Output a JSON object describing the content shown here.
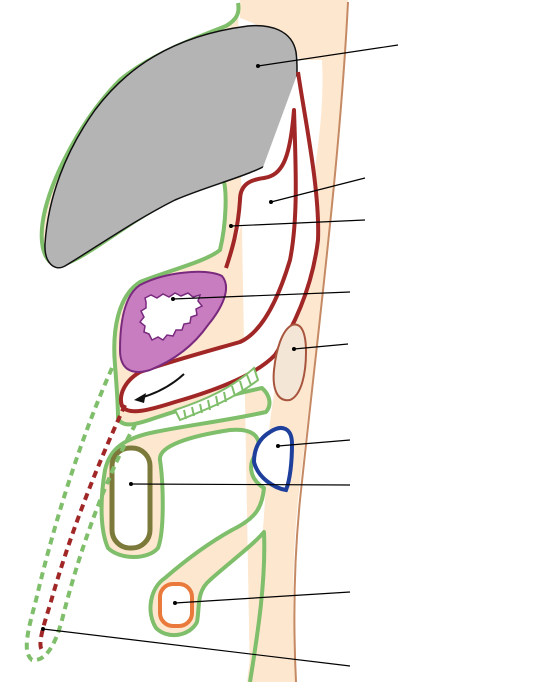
{
  "diagram": {
    "description_text": "",
    "colors": {
      "background": "#ffffff",
      "wall_fill": "#fde7cf",
      "wall_edge": "#c58a64",
      "outline_green": "#7fbe6a",
      "duct_red": "#a12727",
      "liver_gray": "#b4b4b4",
      "stomach_purple": "#c77dc0",
      "stomach_border": "#7a2a7e",
      "kidney_fill": "#f3e6d6",
      "kidney_edge": "#a8553e",
      "vessel_blue": "#1e3f9b",
      "olive": "#7c7a3a",
      "orange": "#e97a3c",
      "leader": "#000000"
    },
    "labels": [
      {
        "id": "liver",
        "text": ""
      },
      {
        "id": "lumen",
        "text": ""
      },
      {
        "id": "red-duct",
        "text": ""
      },
      {
        "id": "stomach",
        "text": ""
      },
      {
        "id": "kidney",
        "text": ""
      },
      {
        "id": "blue-vessel",
        "text": ""
      },
      {
        "id": "olive-structure",
        "text": ""
      },
      {
        "id": "orange-structure",
        "text": ""
      },
      {
        "id": "dashed-process",
        "text": ""
      }
    ]
  }
}
